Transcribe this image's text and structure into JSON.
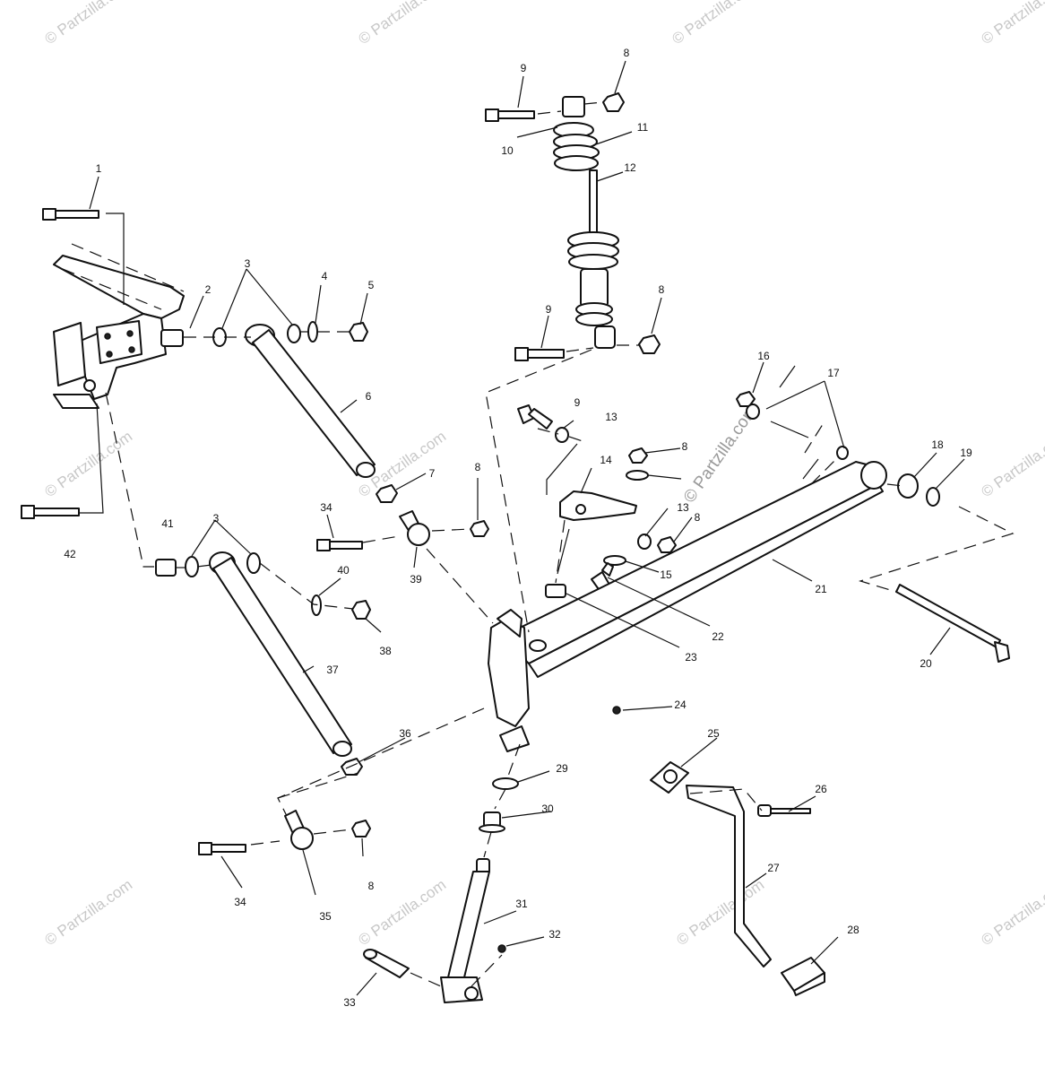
{
  "watermark": {
    "text": "© Partzilla.com"
  },
  "callouts": {
    "n1": "1",
    "n2": "2",
    "n3a": "3",
    "n3b": "3",
    "n4": "4",
    "n5": "5",
    "n6": "6",
    "n7": "7",
    "n8a": "8",
    "n8b": "8",
    "n8c": "8",
    "n8d": "8",
    "n8e": "8",
    "n8f": "8",
    "n9a": "9",
    "n9b": "9",
    "n9c": "9",
    "n10": "10",
    "n11": "11",
    "n12": "12",
    "n13a": "13",
    "n13b": "13",
    "n14": "14",
    "n15": "15",
    "n16": "16",
    "n17": "17",
    "n18": "18",
    "n19": "19",
    "n20": "20",
    "n21": "21",
    "n22": "22",
    "n23": "23",
    "n24": "24",
    "n25": "25",
    "n26": "26",
    "n27": "27",
    "n28": "28",
    "n29": "29",
    "n30": "30",
    "n31": "31",
    "n32": "32",
    "n33": "33",
    "n34a": "34",
    "n34b": "34",
    "n35": "35",
    "n36": "36",
    "n37": "37",
    "n38": "38",
    "n39": "39",
    "n40": "40",
    "n41": "41",
    "n42": "42"
  }
}
